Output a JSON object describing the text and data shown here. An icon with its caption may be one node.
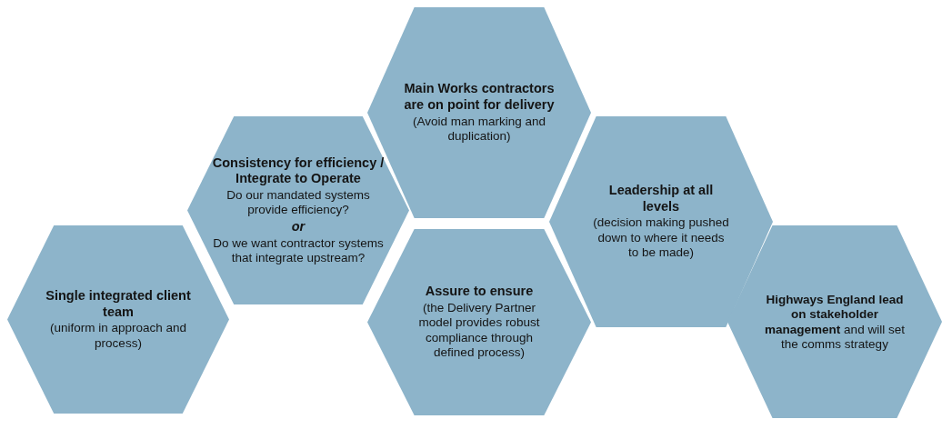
{
  "diagram": {
    "nodes": [
      {
        "text": [
          "Single integrated client team",
          "(uniform in approach and process)"
        ]
      },
      {
        "text": [
          "Consistency for efficiency / Integrate to Operate",
          "Do our mandated systems provide efficiency?",
          "*or*",
          "Do we want contractor systems that integrate upstream?"
        ]
      },
      {
        "text": [
          "Main Works contractors are on point for delivery",
          "(Avoid man marking and duplication)"
        ]
      },
      {
        "text": [
          "Assure to ensure",
          "(the Delivery Partner model provides robust compliance through defined process)"
        ]
      },
      {
        "text": [
          "Leadership at all levels",
          "(decision making pushed down to where it needs to be made)"
        ]
      },
      {
        "text": [
          "**Highways England lead on stakeholder management** and will set the comms strategy"
        ]
      }
    ]
  }
}
